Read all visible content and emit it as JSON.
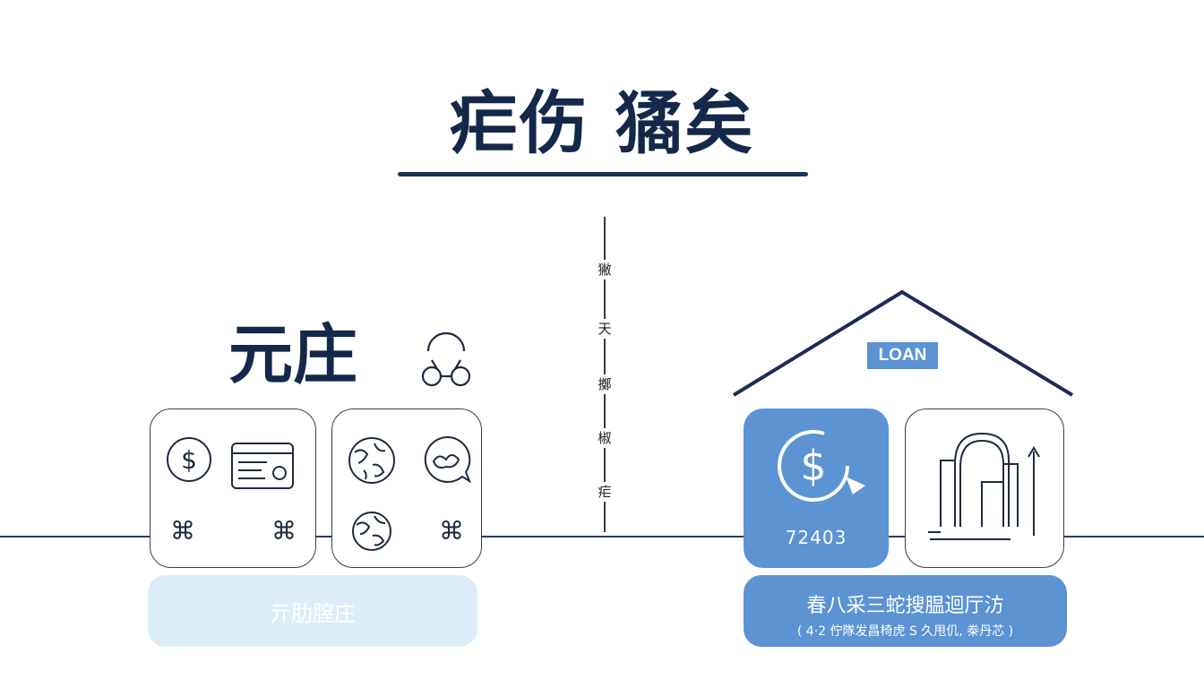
{
  "title": "疟伤 獝矣",
  "left_heading": "元庄",
  "center_column": {
    "labels": [
      "獙",
      "天",
      "擲",
      "椒",
      "疟"
    ]
  },
  "left_section": {
    "pill_label": "亓肋膣庄",
    "card1_icons": [
      "dollar-coin-icon",
      "credit-card-icon",
      "command-icon",
      "command-icon"
    ],
    "card1_glyphs": [
      "⌘",
      "⌘"
    ],
    "card2_icons": [
      "globe-icon",
      "chat-bubble-icon",
      "globe-icon",
      "command-icon"
    ],
    "card2_glyphs": [
      "⌘"
    ]
  },
  "right_section": {
    "badge": "LOAN",
    "card_number": "72403",
    "pill_line1": "春八采三蛇搜腽迴厅汸",
    "pill_line2": "( 4·2 佇隊发昌椅虎 S 久甩仉, 桊丹芯 )",
    "icons": [
      "dollar-refresh-icon",
      "building-chart-icon"
    ]
  },
  "colors": {
    "navy": "#14284a",
    "accent_blue": "#5b93d3",
    "light_blue": "#dcedf8",
    "line": "#2a3d66"
  }
}
